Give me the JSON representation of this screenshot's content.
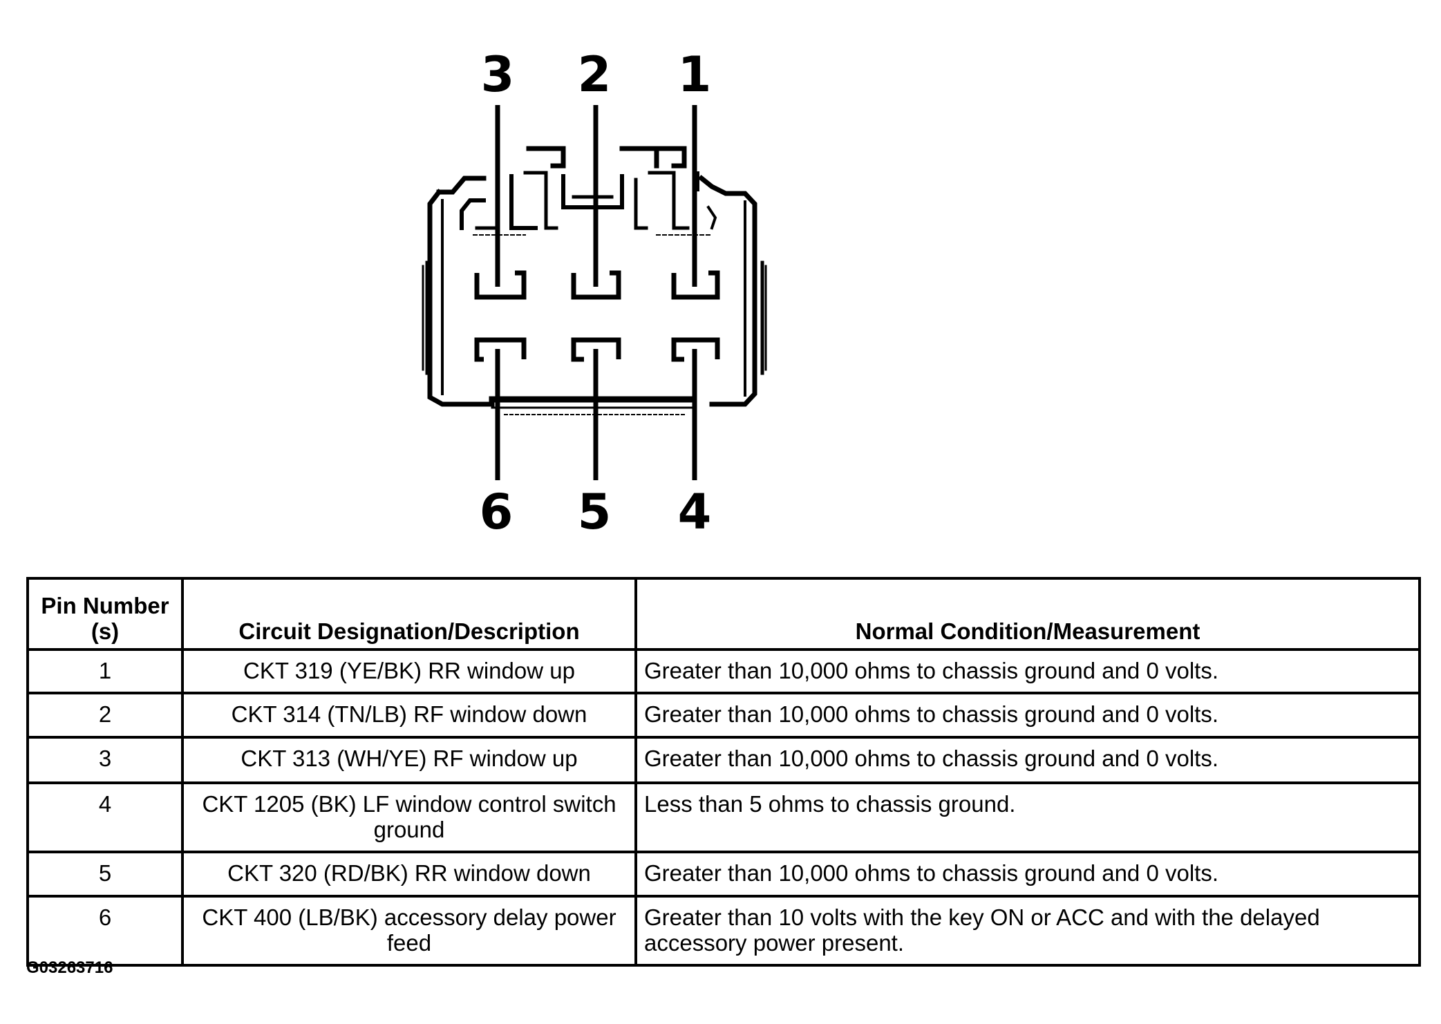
{
  "diagram": {
    "pins_top": [
      "3",
      "2",
      "1"
    ],
    "pins_bottom": [
      "6",
      "5",
      "4"
    ]
  },
  "table": {
    "headers": [
      "Pin Number (s)",
      "Circuit Designation/Description",
      "Normal Condition/Measurement"
    ],
    "rows": [
      {
        "pin": "1",
        "circuit": "CKT 319 (YE/BK) RR window up",
        "condition": "Greater than 10,000 ohms to chassis ground and 0 volts."
      },
      {
        "pin": "2",
        "circuit": "CKT 314 (TN/LB) RF window down",
        "condition": "Greater than 10,000 ohms to chassis ground and 0 volts."
      },
      {
        "pin": "3",
        "circuit": "CKT 313 (WH/YE) RF window up",
        "condition": "Greater than 10,000 ohms to chassis ground and 0 volts."
      },
      {
        "pin": "4",
        "circuit": "CKT 1205 (BK) LF window control switch ground",
        "condition": "Less than 5 ohms to chassis ground."
      },
      {
        "pin": "5",
        "circuit": "CKT 320 (RD/BK) RR window down",
        "condition": "Greater than 10,000 ohms to chassis ground and 0 volts."
      },
      {
        "pin": "6",
        "circuit": "CKT 400 (LB/BK) accessory delay power feed",
        "condition": "Greater than 10 volts with the key ON or ACC and with the delayed accessory power present."
      }
    ]
  },
  "figure_id": "G03263716"
}
